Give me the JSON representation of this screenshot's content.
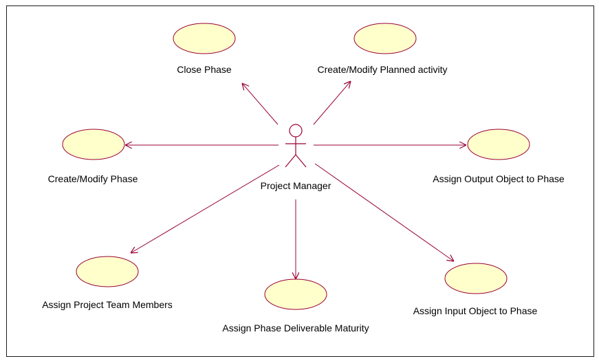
{
  "diagram": {
    "actor": {
      "name": "Project Manager",
      "icon": "stick-figure-icon"
    },
    "use_cases": [
      {
        "id": "close-phase",
        "label": "Close Phase"
      },
      {
        "id": "modify-planned-activity",
        "label": "Create/Modify Planned activity"
      },
      {
        "id": "modify-phase",
        "label": "Create/Modify Phase"
      },
      {
        "id": "assign-output-object",
        "label": "Assign Output Object to Phase"
      },
      {
        "id": "assign-team-members",
        "label": "Assign Project Team Members"
      },
      {
        "id": "assign-deliverable-maturity",
        "label": "Assign Phase Deliverable Maturity"
      },
      {
        "id": "assign-input-object",
        "label": "Assign Input Object to Phase"
      }
    ],
    "colors": {
      "ellipse_fill": "#ffffcc",
      "stroke": "#990033",
      "frame": "#1a1a1a"
    }
  }
}
